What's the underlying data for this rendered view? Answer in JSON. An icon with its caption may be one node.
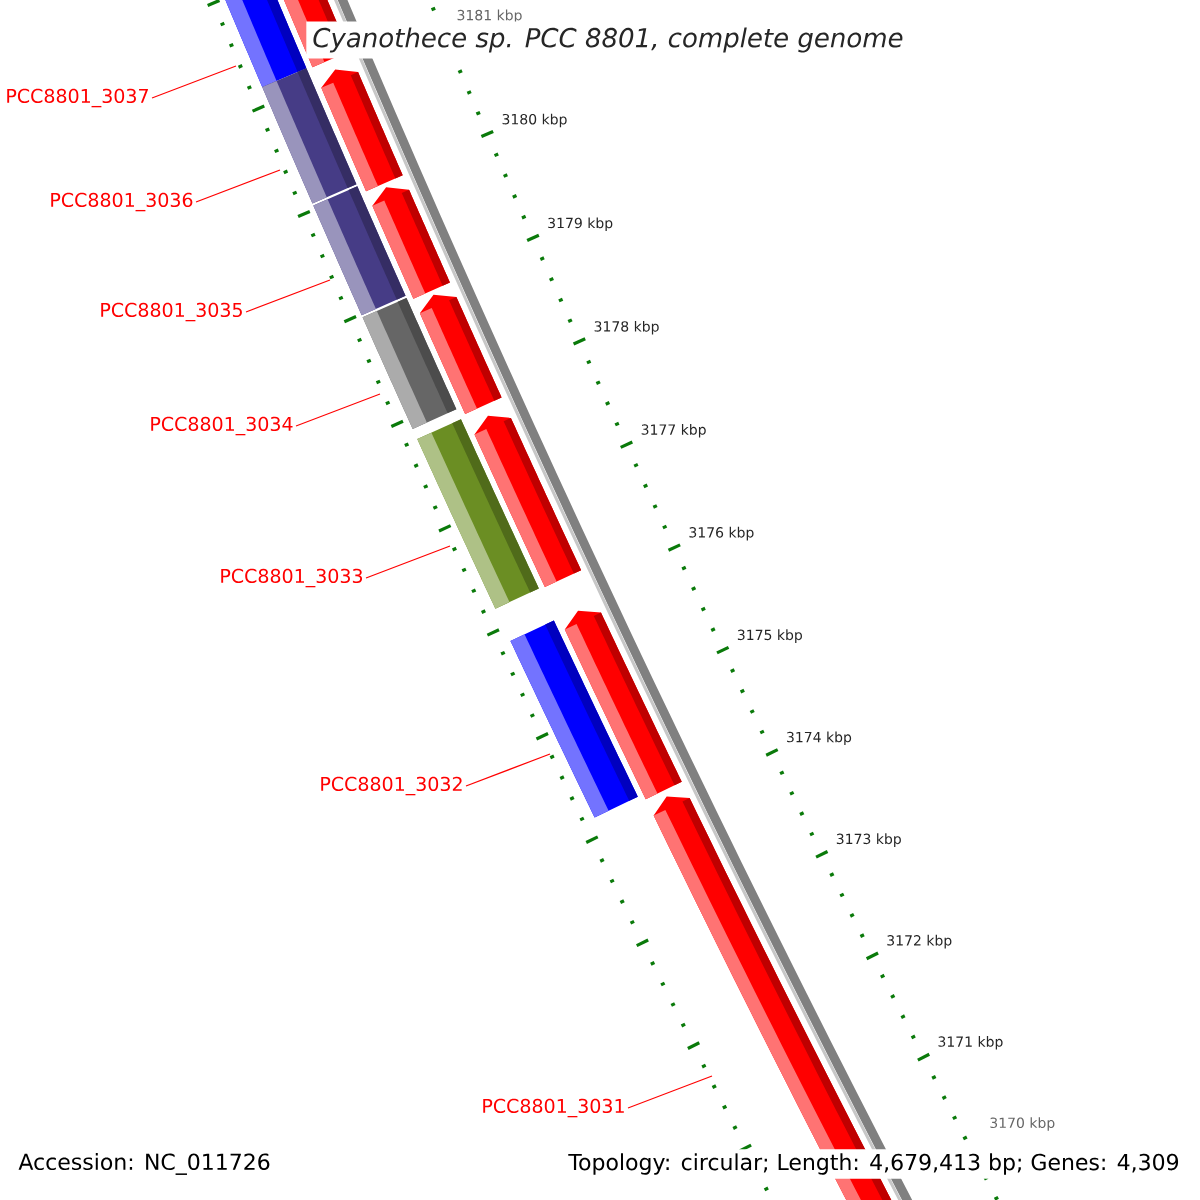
{
  "diagram": {
    "title": "Cyanothece sp. PCC 8801, complete genome",
    "nodes": [
      {
        "text": [
          "PCC8801_3037"
        ]
      },
      {
        "text": [
          "PCC8801_3036"
        ]
      },
      {
        "text": [
          "PCC8801_3035"
        ]
      },
      {
        "text": [
          "PCC8801_3034"
        ]
      },
      {
        "text": [
          "PCC8801_3033"
        ]
      },
      {
        "text": [
          "PCC8801_3032"
        ]
      },
      {
        "text": [
          "PCC8801_3031"
        ]
      }
    ],
    "edges": [
      {
        "from": 0,
        "to": null,
        "arrow": "none"
      },
      {
        "from": 1,
        "to": null,
        "arrow": "none"
      },
      {
        "from": 2,
        "to": null,
        "arrow": "none"
      },
      {
        "from": 3,
        "to": null,
        "arrow": "none"
      },
      {
        "from": 4,
        "to": null,
        "arrow": "none"
      },
      {
        "from": 5,
        "to": null,
        "arrow": "none"
      },
      {
        "from": 6,
        "to": null,
        "arrow": "none"
      }
    ],
    "labels": [
      "3181 kbp",
      "3180 kbp",
      "3179 kbp",
      "3178 kbp",
      "3177 kbp",
      "3176 kbp",
      "3175 kbp",
      "3174 kbp",
      "3173 kbp",
      "3172 kbp",
      "3171 kbp",
      "3170 kbp",
      "Accession: NC_011726",
      "Topology: circular; Length: 4,679,413 bp; Genes: 4,309"
    ]
  }
}
